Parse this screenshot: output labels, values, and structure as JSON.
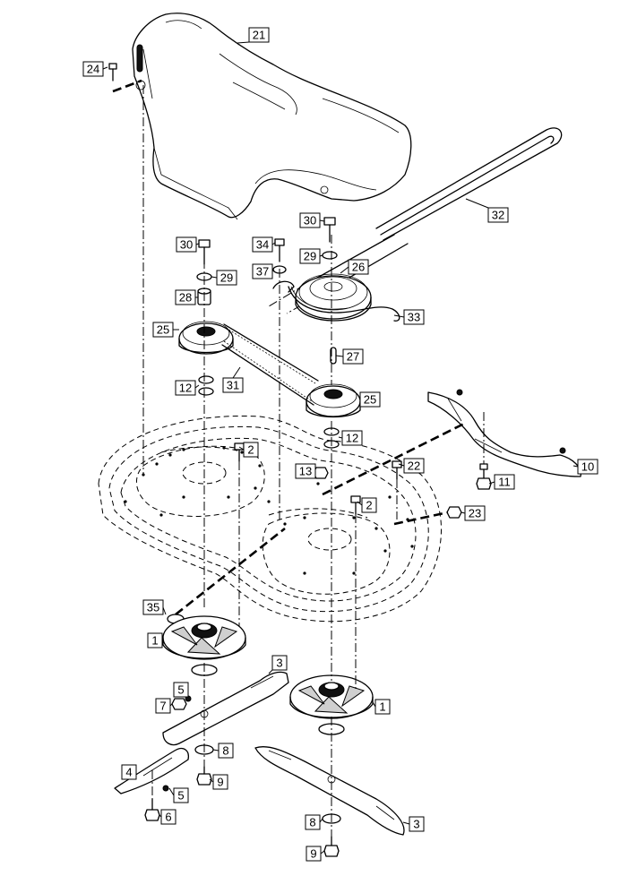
{
  "callouts": [
    {
      "id": "c24",
      "label": "24"
    },
    {
      "id": "c21",
      "label": "21"
    },
    {
      "id": "c32",
      "label": "32"
    },
    {
      "id": "c30a",
      "label": "30"
    },
    {
      "id": "c30b",
      "label": "30"
    },
    {
      "id": "c34",
      "label": "34"
    },
    {
      "id": "c29a",
      "label": "29"
    },
    {
      "id": "c29b",
      "label": "29"
    },
    {
      "id": "c26",
      "label": "26"
    },
    {
      "id": "c37",
      "label": "37"
    },
    {
      "id": "c28",
      "label": "28"
    },
    {
      "id": "c33",
      "label": "33"
    },
    {
      "id": "c25a",
      "label": "25"
    },
    {
      "id": "c27",
      "label": "27"
    },
    {
      "id": "c12a",
      "label": "12"
    },
    {
      "id": "c31",
      "label": "31"
    },
    {
      "id": "c25b",
      "label": "25"
    },
    {
      "id": "c12b",
      "label": "12"
    },
    {
      "id": "c2a",
      "label": "2"
    },
    {
      "id": "c10",
      "label": "10"
    },
    {
      "id": "c22",
      "label": "22"
    },
    {
      "id": "c13",
      "label": "13"
    },
    {
      "id": "c11",
      "label": "11"
    },
    {
      "id": "c2b",
      "label": "2"
    },
    {
      "id": "c23",
      "label": "23"
    },
    {
      "id": "c35",
      "label": "35"
    },
    {
      "id": "c1a",
      "label": "1"
    },
    {
      "id": "c3a",
      "label": "3"
    },
    {
      "id": "c5a",
      "label": "5"
    },
    {
      "id": "c7",
      "label": "7"
    },
    {
      "id": "c1b",
      "label": "1"
    },
    {
      "id": "c8a",
      "label": "8"
    },
    {
      "id": "c4",
      "label": "4"
    },
    {
      "id": "c9a",
      "label": "9"
    },
    {
      "id": "c5b",
      "label": "5"
    },
    {
      "id": "c6",
      "label": "6"
    },
    {
      "id": "c8b",
      "label": "8"
    },
    {
      "id": "c3b",
      "label": "3"
    },
    {
      "id": "c9b",
      "label": "9"
    }
  ]
}
